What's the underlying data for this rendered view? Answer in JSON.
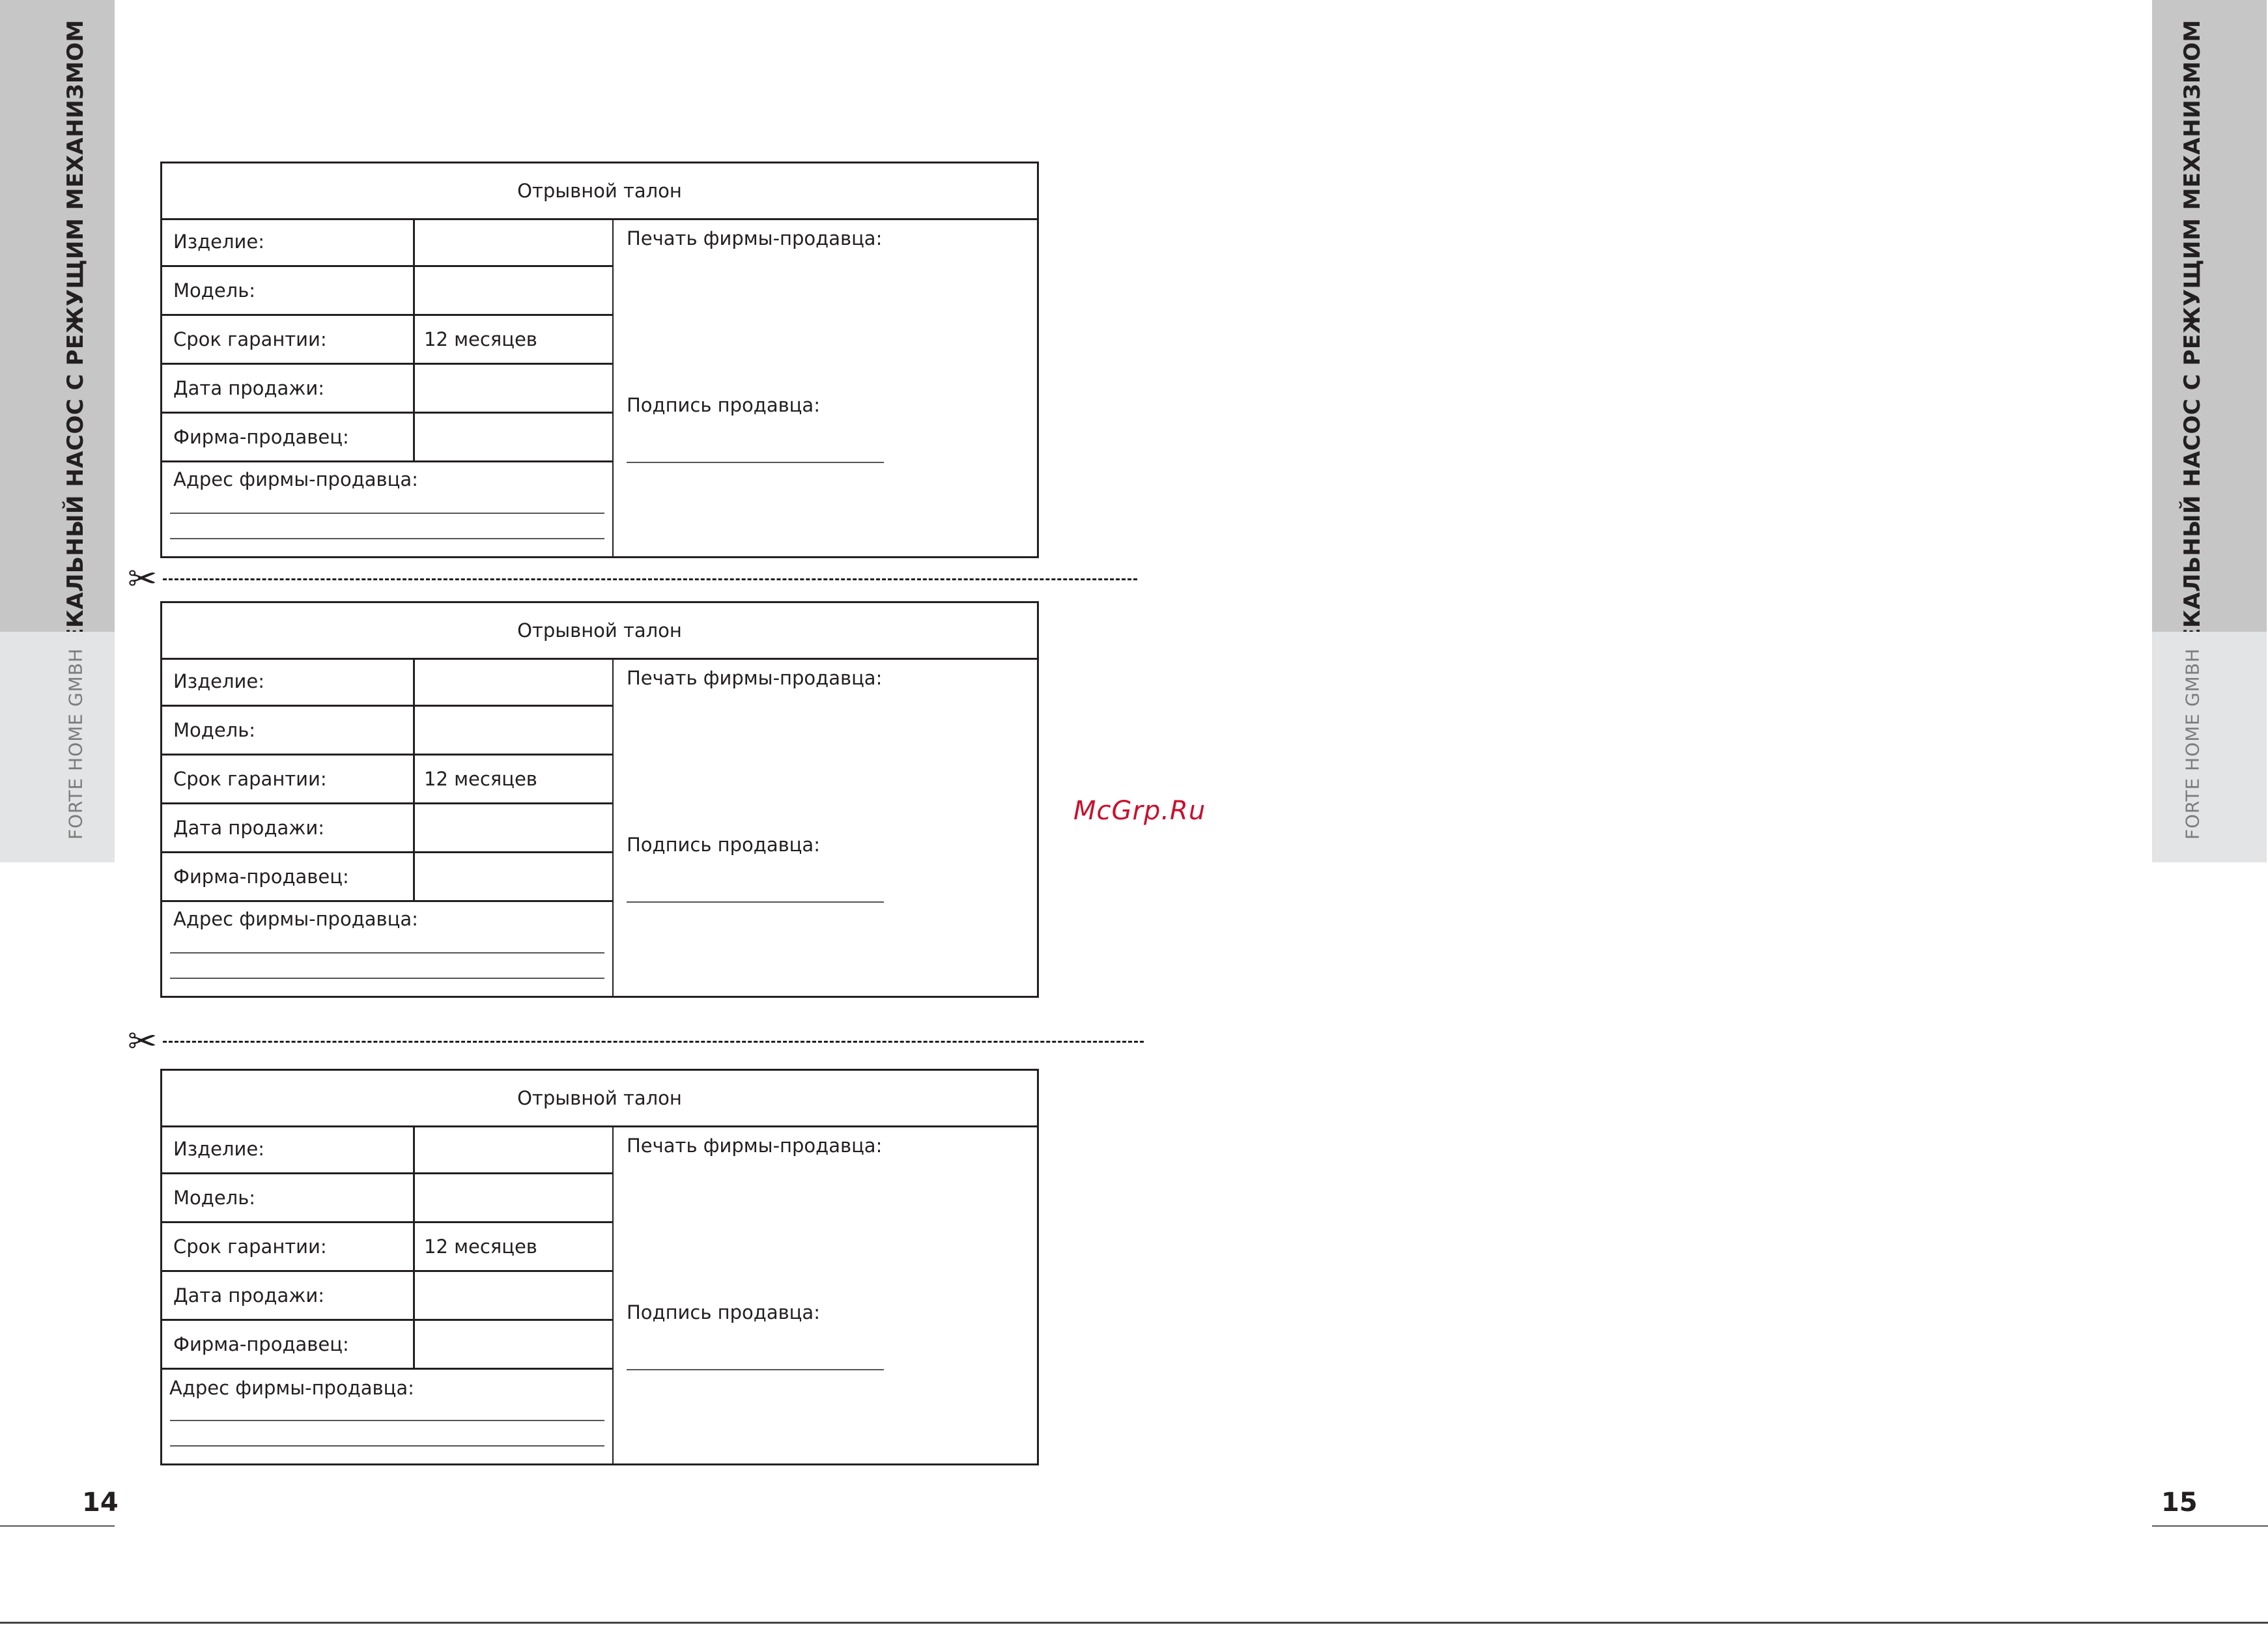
{
  "side_title": "ФЕКАЛЬНЫЙ НАСОС С РЕЖУЩИМ МЕХАНИЗМОМ",
  "side_brand": "FORTE HOME GMBH",
  "page_left": "14",
  "page_right": "15",
  "watermark": "McGrp.Ru",
  "coupon": {
    "title": "Отрывной талон",
    "rows": [
      {
        "label": "Изделие:",
        "value": ""
      },
      {
        "label": "Модель:",
        "value": ""
      },
      {
        "label": "Срок гарантии:",
        "value": "12 месяцев"
      },
      {
        "label": "Дата продажи:",
        "value": ""
      },
      {
        "label": "Фирма-продавец:",
        "value": ""
      }
    ],
    "address_label": "Адрес фирмы-продавца:",
    "stamp_label": "Печать фирмы-продавца:",
    "signature_label": "Подпись продавца:"
  },
  "colors": {
    "tab_dark": "#c6c6c6",
    "tab_light": "#e3e4e5",
    "watermark": "#c8102e"
  },
  "icons": {
    "cut": "scissors-icon"
  }
}
